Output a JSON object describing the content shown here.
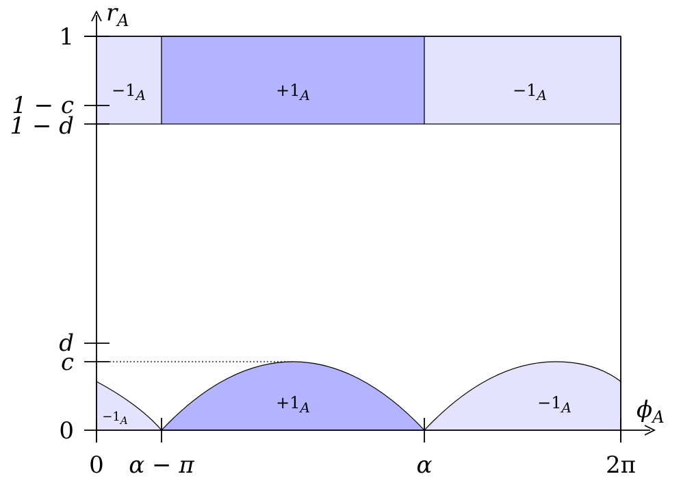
{
  "colors": {
    "plus_region": "#b3b3ff",
    "minus_region": "#e3e3ff",
    "stroke": "#000000"
  },
  "axes": {
    "x_label": {
      "main": "ϕ",
      "sub": "A"
    },
    "y_label": {
      "main": "r",
      "sub": "A"
    }
  },
  "x_ticks": {
    "zero": "0",
    "alpha_minus_pi": "α − π",
    "alpha": "α",
    "two_pi": "2π"
  },
  "y_ticks": {
    "zero": "0",
    "c": "c",
    "d": "d",
    "one_minus_d": "1 − d",
    "one_minus_c": "1 − c",
    "one": "1"
  },
  "regions": {
    "top_left": {
      "sign": "−1",
      "sub": "A"
    },
    "top_middle": {
      "sign": "+1",
      "sub": "A"
    },
    "top_right": {
      "sign": "−1",
      "sub": "A"
    },
    "bottom_left": {
      "sign": "−1",
      "sub": "A"
    },
    "bottom_middle": {
      "sign": "+1",
      "sub": "A"
    },
    "bottom_right": {
      "sign": "−1",
      "sub": "A"
    }
  }
}
